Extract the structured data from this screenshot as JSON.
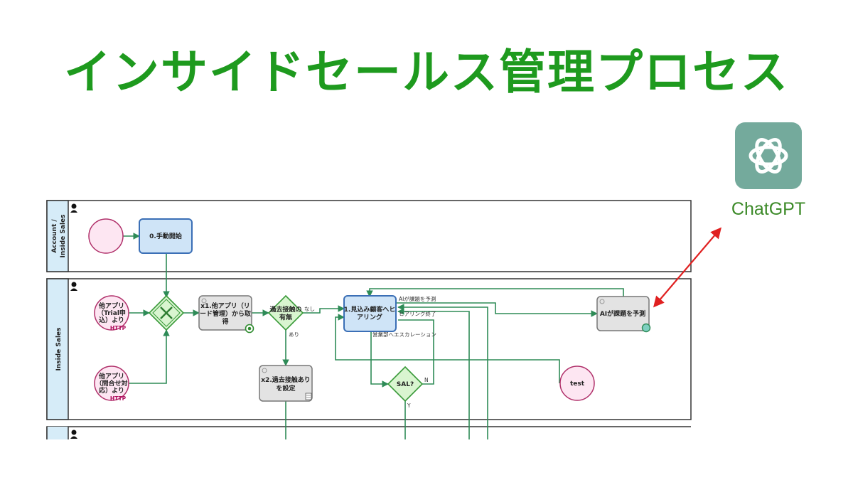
{
  "title": "インサイドセールス管理プロセス",
  "chatgpt": {
    "label": "ChatGPT",
    "icon": "openai-knot-icon"
  },
  "colors": {
    "title": "#1e9a1e",
    "flow": "#2e8b57",
    "arrow": "#e02020",
    "logo_bg": "#74aa9c"
  },
  "lanes": [
    {
      "label_line1": "Account /",
      "label_line2": "Inside Sales"
    },
    {
      "label_line1": "Inside Sales",
      "label_line2": ""
    }
  ],
  "nodes": {
    "task_start": "0.手動開始",
    "event_trial": [
      "他アプリ",
      "（Trial申",
      "込）より"
    ],
    "event_trial_tag": "HTTP",
    "event_inquiry": [
      "他アプリ",
      "（問合せ対",
      "応）より"
    ],
    "event_inquiry_tag": "HTTP",
    "task_x1": [
      "x1.他アプリ（リ",
      "ード管理）から取",
      "得"
    ],
    "gateway_history": [
      "過去接触の",
      "有無"
    ],
    "task_x2": [
      "x2.過去接触あり",
      "を設定"
    ],
    "task_hearing": [
      "1.見込み顧客へヒ",
      "アリング"
    ],
    "gateway_sal": "SAL?",
    "task_ai": "AIが課題を予測",
    "event_test": "test"
  },
  "edge_labels": {
    "none": "なし",
    "exists": "あり",
    "ai_predict": "AIが課題を予測",
    "hearing_done": "ヒアリング終了",
    "escalation": "営業部へエスカレーション",
    "yes": "Y",
    "no": "N"
  }
}
